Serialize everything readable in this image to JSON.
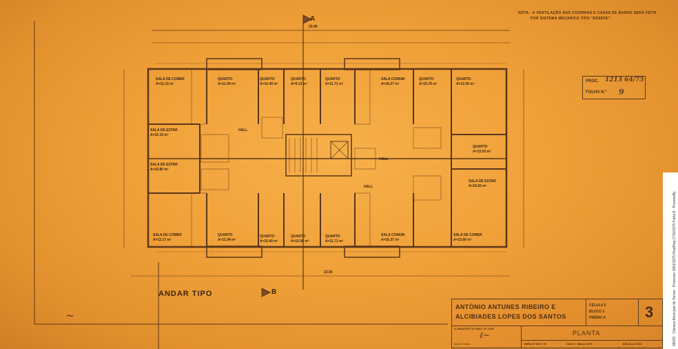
{
  "note": {
    "line1": "NOTA - A VENTILAÇÃO DAS COZINHAS E CASAS DE BANHO SERÁ FEITA",
    "line2": "POR SISTEMA MECANICO TIPO \"ESSEPE\"."
  },
  "stamp": {
    "proc_label": "PROC.",
    "proc_value": "1213 64/75",
    "folha_label": "FOLHA N.º",
    "folha_value": "9"
  },
  "section_marks": {
    "a": "A",
    "b": "B"
  },
  "dimensions": {
    "overall_top": "23.05",
    "overall_bottom": "23.05"
  },
  "plan_title": "ANDAR TIPO",
  "rooms": [
    {
      "name": "SALA DE COMER",
      "area": "A=12.15 m²"
    },
    {
      "name": "QUARTO",
      "area": "A=11.94 m²"
    },
    {
      "name": "QUARTO",
      "area": "A=10.40 m²"
    },
    {
      "name": "QUARTO",
      "area": "A=9.13 m²"
    },
    {
      "name": "QUARTO",
      "area": "A=11.71 m²"
    },
    {
      "name": "SALA COMUM",
      "area": "A=16.37 m²"
    },
    {
      "name": "QUARTO",
      "area": "A=10.76 m²"
    },
    {
      "name": "QUARTO",
      "area": "A=12.00 m²"
    },
    {
      "name": "SALA DE ESTAR",
      "area": "A=15.15 m²"
    },
    {
      "name": "SALA DE ESTAR",
      "area": "A=10.80 m²"
    },
    {
      "name": "HALL",
      "area": ""
    },
    {
      "name": "HALL",
      "area": ""
    },
    {
      "name": "HALL",
      "area": ""
    },
    {
      "name": "QUARTO",
      "area": "A=13.53 m²"
    },
    {
      "name": "SALA DE ESTAR",
      "area": "A=16.50 m²"
    },
    {
      "name": "SALA DE COMER",
      "area": "A=12.17 m²"
    },
    {
      "name": "QUARTO",
      "area": "A=11.94 m²"
    },
    {
      "name": "QUARTO",
      "area": "A=10.40 m²"
    },
    {
      "name": "QUARTO",
      "area": "A=10.58 m²"
    },
    {
      "name": "QUARTO",
      "area": "A=11.71 m²"
    },
    {
      "name": "SALA COMUM",
      "area": "A=16.37 m²"
    },
    {
      "name": "SALA DE COMER",
      "area": "A=13.00 m²"
    }
  ],
  "title_block": {
    "architects_line1": "ANTÓNIO ANTUNES RIBEIRO E",
    "architects_line2": "ALCIBIADES LOPES DOS SANTOS",
    "celula": "CÉLULA 5",
    "bloco": "BLOCO 2",
    "predio": "PRÉDIO A",
    "sheet_number": "3",
    "architect_label": "O ARQUITECTO INSC. Nº 1250",
    "signer": "Alves Pereira",
    "drawing_title": "PLANTA",
    "obra": "OBRA Nº 569 / 75",
    "data": "DATA  7. Março 1975",
    "escala": "ESCALA  1/100"
  },
  "archive_caption": "49033 · Câmara Municipal de Oeiras · Processo 1861/1975 Req/Reg 1715/1975 Folha 8 · ProcessBy",
  "colors": {
    "paper": "#f0a038",
    "ink": "#3a2410"
  }
}
